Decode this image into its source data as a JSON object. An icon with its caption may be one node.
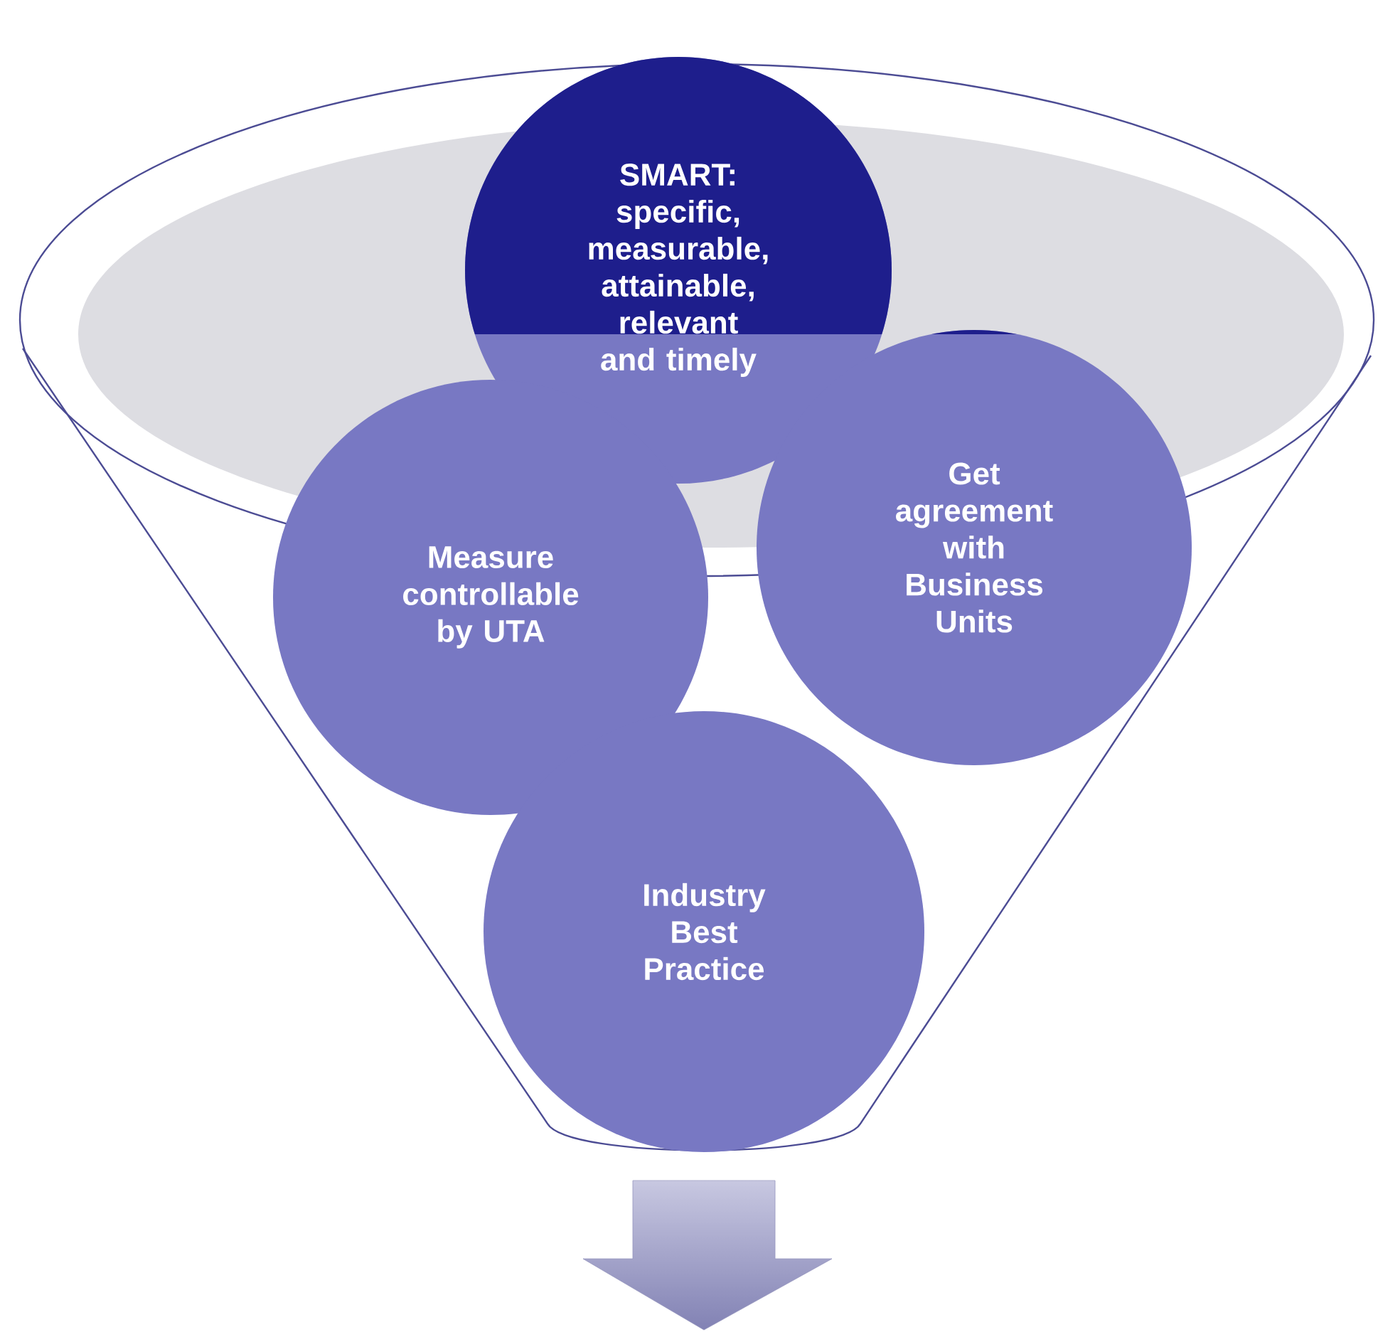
{
  "diagram": {
    "nodes": [
      {
        "text": [
          "SMART: specific, measurable, attainable, relevant and timely"
        ]
      },
      {
        "text": [
          "Measure controllable by UTA"
        ]
      },
      {
        "text": [
          "Get agreement with Business Units"
        ]
      },
      {
        "text": [
          "Industry Best Practice"
        ]
      }
    ]
  }
}
